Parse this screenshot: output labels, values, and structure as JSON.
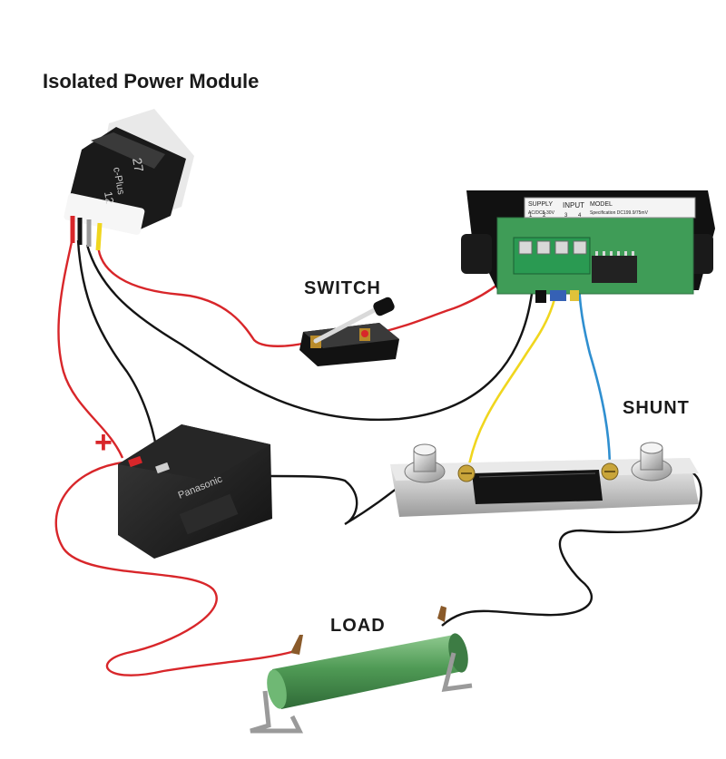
{
  "title": "Isolated Power Module",
  "labels": {
    "switch": "SWITCH",
    "shunt": "SHUNT",
    "load": "LOAD",
    "positive": "+"
  },
  "module": {
    "print_rating": "27",
    "print_model": "c-Plus",
    "print_voltage": "12"
  },
  "meter": {
    "header_supply": "SUPPLY",
    "header_input": "INPUT",
    "header_model": "MODEL",
    "sub_supply": "AC/DC8-30V",
    "spec_text": "Specification DC199.9/75mV",
    "terminals": [
      "1",
      "2",
      "3",
      "4"
    ]
  },
  "battery": {
    "brand": "Panasonic"
  },
  "colors": {
    "wire_red": "#d8262a",
    "wire_black": "#141414",
    "wire_yellow": "#f0d61e",
    "wire_blue": "#2f8fd0",
    "pcb_green": "#3f9c57",
    "resistor_green": "#4f9a55"
  }
}
